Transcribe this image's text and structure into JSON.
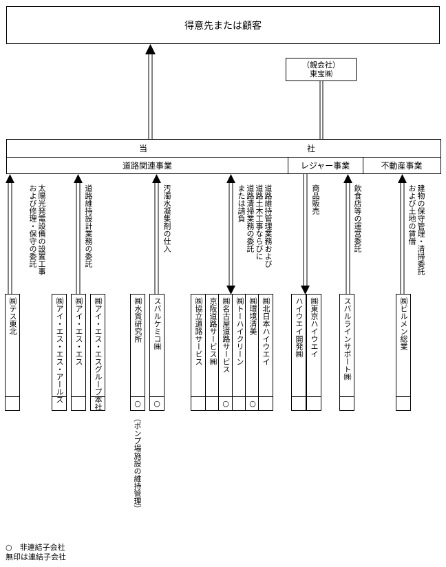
{
  "customer": "得意先または顧客",
  "parent": {
    "label": "（親会社）",
    "name": "東宝㈱"
  },
  "company": {
    "left": "当",
    "right": "社"
  },
  "segments": {
    "road": "道路関連事業",
    "leisure": "レジャー事業",
    "realestate": "不動産事業"
  },
  "flows": {
    "solar": "太陽光発電設備の設置工事\nおよび修理・保守の委託",
    "design": "道路維持設計業務の委託",
    "chemical": "汚濁水凝集剤の仕入",
    "road_maint": "道路維持管理業務および\n道路土木工事ならびに\n道路清掃業務の委託\nまたは請負",
    "goods": "商品販売",
    "food": "飲食店等の運営委託",
    "building": "建物の保守管理・清掃委託\nおよび土地の賃借"
  },
  "subsidiaries": {
    "tess": "㈱テス東北",
    "is_earls": "㈱アイ・エス・エス・アールズ",
    "iss": "㈱アイ・エス・エス",
    "iss_group": "㈱アイ・エス・エスグループ本社",
    "suishitsu": "㈱水質研究所",
    "subaru_chem": "スバルケミコ㈱",
    "kyoritsu": "㈱協立道路サービス",
    "keihan": "京阪道路サービス㈱",
    "nagoya": "㈱名古屋道路サービス",
    "toh_clean": "㈱トーハイクリーン",
    "kankyo": "㈱環境清美",
    "kitanihon": "㈱北日本ハイウエイ",
    "highway_dev": "ハイウエイ開発㈱",
    "tokyo_hw": "㈱東京ハイウエイ",
    "subaru_line": "スバルラインサポート㈱",
    "birumen": "㈱ビルメン総業"
  },
  "unconsolidated_mark": "○",
  "note_pump": "（ポンプ場施設の維持管理）",
  "legend": {
    "line1": "○　非連結子会社",
    "line2": "無印は連結子会社"
  }
}
